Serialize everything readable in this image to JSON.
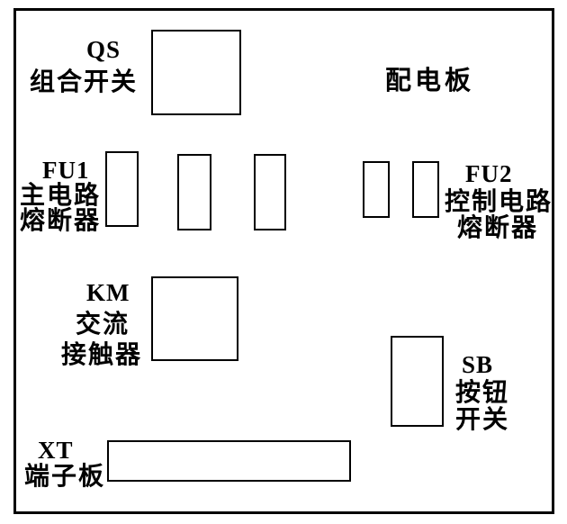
{
  "page": {
    "title_label": "配电板"
  },
  "components": {
    "qs": {
      "code": "QS",
      "name": "组合开关"
    },
    "fu1": {
      "code": "FU1",
      "name_line1": "主电路",
      "name_line2": "熔断器"
    },
    "fu2": {
      "code": "FU2",
      "name_line1": "控制电路",
      "name_line2": "熔断器"
    },
    "km": {
      "code": "KM",
      "name_line1": "交流",
      "name_line2": "接触器"
    },
    "sb": {
      "code": "SB",
      "name_line1": "按钮",
      "name_line2": "开关"
    },
    "xt": {
      "code": "XT",
      "name": "端子板"
    }
  },
  "colors": {
    "line": "#000000",
    "background": "#ffffff"
  }
}
